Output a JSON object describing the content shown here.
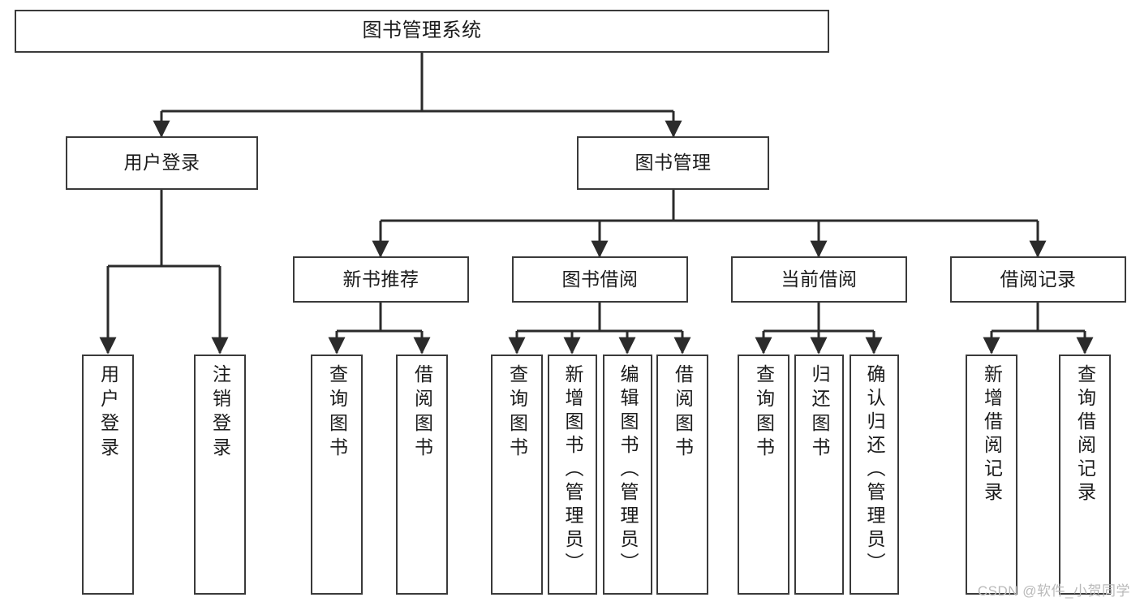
{
  "diagram": {
    "type": "tree",
    "title": "图书管理系统",
    "style": {
      "background": "#ffffff",
      "box_border": "#3a3a3a",
      "box_fill": "#ffffff",
      "text_color": "#1b1b1b",
      "connector": "#2b2b2b"
    },
    "levels": [
      {
        "level": 1,
        "nodes": [
          {
            "id": "root",
            "label": "图书管理系统",
            "orientation": "horizontal"
          }
        ]
      },
      {
        "level": 2,
        "nodes": [
          {
            "id": "login",
            "label": "用户登录",
            "orientation": "horizontal",
            "parent": "root"
          },
          {
            "id": "bookmgmt",
            "label": "图书管理",
            "orientation": "horizontal",
            "parent": "root"
          }
        ]
      },
      {
        "level": 3,
        "nodes": [
          {
            "id": "newbook",
            "label": "新书推荐",
            "orientation": "horizontal",
            "parent": "bookmgmt"
          },
          {
            "id": "borrow",
            "label": "图书借阅",
            "orientation": "horizontal",
            "parent": "bookmgmt"
          },
          {
            "id": "current",
            "label": "当前借阅",
            "orientation": "horizontal",
            "parent": "bookmgmt"
          },
          {
            "id": "record",
            "label": "借阅记录",
            "orientation": "horizontal",
            "parent": "bookmgmt"
          }
        ]
      },
      {
        "level": 4,
        "nodes": [
          {
            "id": "leaf1",
            "label": "用户登录",
            "orientation": "vertical",
            "parent": "login"
          },
          {
            "id": "leaf2",
            "label": "注销登录",
            "orientation": "vertical",
            "parent": "login"
          },
          {
            "id": "leaf3",
            "label": "查询图书",
            "orientation": "vertical",
            "parent": "newbook"
          },
          {
            "id": "leaf4",
            "label": "借阅图书",
            "orientation": "vertical",
            "parent": "newbook"
          },
          {
            "id": "leaf5",
            "label": "查询图书",
            "orientation": "vertical",
            "parent": "borrow"
          },
          {
            "id": "leaf6",
            "label": "新增图书（管理员）",
            "orientation": "vertical",
            "parent": "borrow"
          },
          {
            "id": "leaf7",
            "label": "编辑图书（管理员）",
            "orientation": "vertical",
            "parent": "borrow"
          },
          {
            "id": "leaf8",
            "label": "借阅图书",
            "orientation": "vertical",
            "parent": "borrow"
          },
          {
            "id": "leaf9",
            "label": "查询图书",
            "orientation": "vertical",
            "parent": "current"
          },
          {
            "id": "leaf10",
            "label": "归还图书",
            "orientation": "vertical",
            "parent": "current"
          },
          {
            "id": "leaf11",
            "label": "确认归还（管理员）",
            "orientation": "vertical",
            "parent": "current"
          },
          {
            "id": "leaf12",
            "label": "新增借阅记录",
            "orientation": "vertical",
            "parent": "record"
          },
          {
            "id": "leaf13",
            "label": "查询借阅记录",
            "orientation": "vertical",
            "parent": "record"
          }
        ]
      }
    ]
  },
  "watermark": {
    "text": "CSDN @软件_小贺同学"
  }
}
